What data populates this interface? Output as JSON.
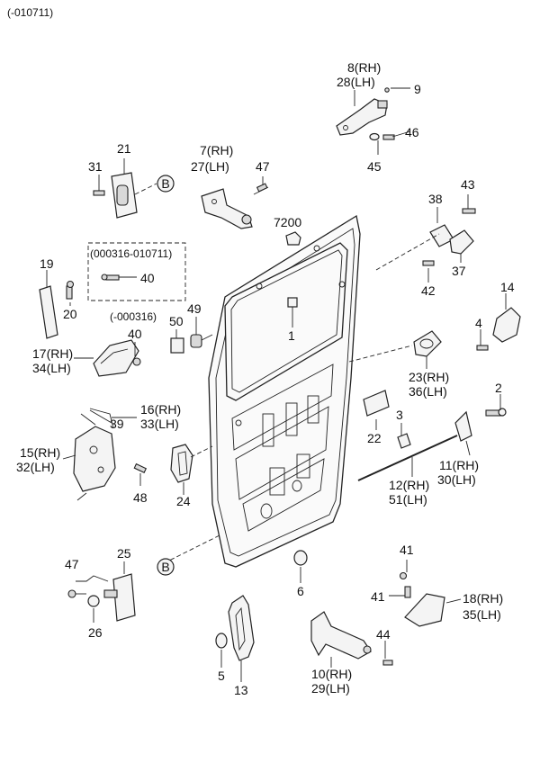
{
  "header_code": "(-010711)",
  "callouts": {
    "c1": "1",
    "c2": "2",
    "c3": "3",
    "c4": "4",
    "c5": "5",
    "c6": "6",
    "c7": "7(RH)",
    "c27": "27(LH)",
    "c8": "8(RH)",
    "c28": "28(LH)",
    "c9": "9",
    "c10": "10(RH)",
    "c29": "29(LH)",
    "c11": "11(RH)",
    "c30": "30(LH)",
    "c12": "12(RH)",
    "c51": "51(LH)",
    "c13": "13",
    "c14": "14",
    "c15": "15(RH)",
    "c32": "32(LH)",
    "c16": "16(RH)",
    "c33": "33(LH)",
    "c17": "17(RH)",
    "c34": "34(LH)",
    "c18": "18(RH)",
    "c35": "35(LH)",
    "c19": "19",
    "c20": "20",
    "c21": "21",
    "c22": "22",
    "c23": "23(RH)",
    "c36": "36(LH)",
    "c24": "24",
    "c25": "25",
    "c26": "26",
    "c31": "31",
    "c37": "37",
    "c38": "38",
    "c39": "39",
    "c40a": "40",
    "c40b": "40",
    "c41a": "41",
    "c41b": "41",
    "c42": "42",
    "c43": "43",
    "c44": "44",
    "c45": "45",
    "c46": "46",
    "c47a": "47",
    "c47b": "47",
    "c48": "48",
    "c49": "49",
    "c50": "50",
    "c7200": "7200"
  },
  "ranges": {
    "r1": "(000316-010711)",
    "r2": "(-000316)"
  },
  "refs": {
    "b1": "B",
    "b2": "B"
  }
}
